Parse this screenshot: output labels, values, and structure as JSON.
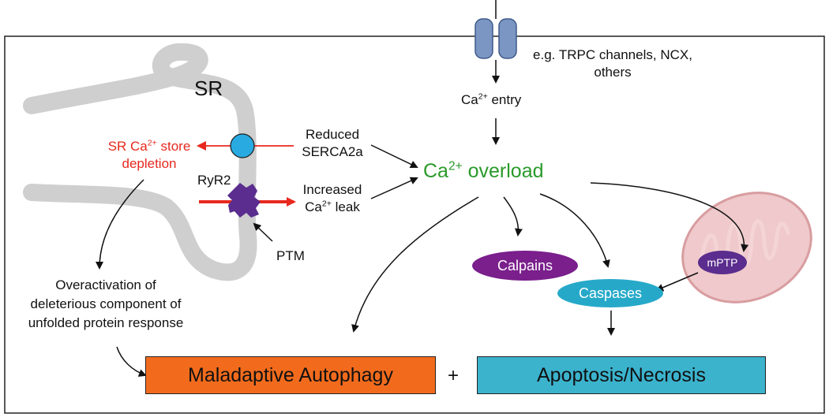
{
  "channel_label_line1": "e.g. TRPC channels, NCX,",
  "channel_label_line2": "others",
  "ca_entry": {
    "ion": "Ca",
    "charge": "2+",
    "text": " entry"
  },
  "sr_label": "SR",
  "store_depletion": {
    "line1_prefix": "SR Ca",
    "charge": "2+",
    "line1_suffix": " store",
    "line2": "depletion"
  },
  "serca": {
    "line1": "Reduced",
    "line2": "SERCA2a"
  },
  "ryr2_label": "RyR2",
  "leak": {
    "line1": "Increased",
    "ion": "Ca",
    "charge": "2+",
    "line2_suffix": " leak"
  },
  "ptm_label": "PTM",
  "overload": {
    "ion": "Ca",
    "charge": "2+",
    "text": " overload"
  },
  "upr": {
    "line1": "Overactivation of",
    "line2": "deleterious component of",
    "line3": "unfolded protein response"
  },
  "calpains": "Calpains",
  "caspases": "Caspases",
  "mptp": "mPTP",
  "autophagy": "Maladaptive Autophagy",
  "plus": "+",
  "apoptosis": "Apoptosis/Necrosis",
  "colors": {
    "sr_membrane": "#cfcfcf",
    "red_arrow": "#e8281e",
    "green_text": "#2a9a2a",
    "serca_pump": "#29abe2",
    "ryr2": "#5b2d8e",
    "channel": "#7b96c2",
    "calpains": "#7a1f8c",
    "caspases": "#26a9c9",
    "mptp": "#5b2d8e",
    "mitochondrion": "#e9b7b9",
    "autophagy_box": "#f26b1d",
    "apoptosis_box": "#3bb3cd"
  }
}
